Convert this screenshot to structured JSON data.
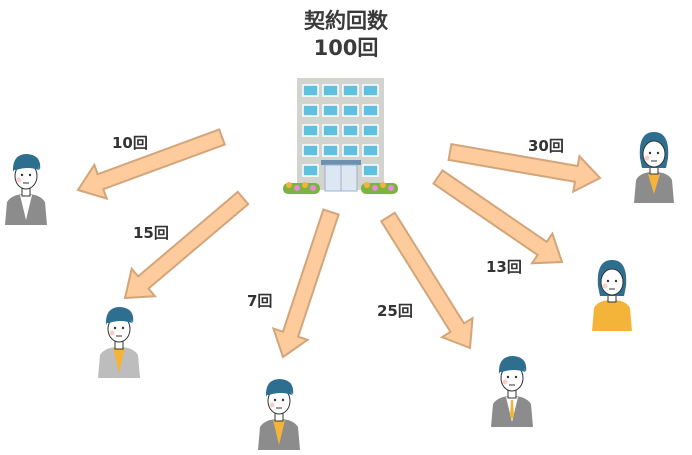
{
  "title": {
    "line1": "契約回数",
    "line2": "100回"
  },
  "contracts": [
    {
      "label": "10回",
      "count": 10
    },
    {
      "label": "15回",
      "count": 15
    },
    {
      "label": "7回",
      "count": 7
    },
    {
      "label": "25回",
      "count": 25
    },
    {
      "label": "13回",
      "count": 13
    },
    {
      "label": "30回",
      "count": 30
    }
  ],
  "colors": {
    "arrow_fill": "#FDCB9C",
    "arrow_stroke": "#D2A57A",
    "text": "#333333",
    "building": "#D3D3CF",
    "window": "#5FC0E0",
    "hair": "#2E6E8E",
    "suit": "#8C8C8C",
    "accent": "#F4B43A"
  }
}
